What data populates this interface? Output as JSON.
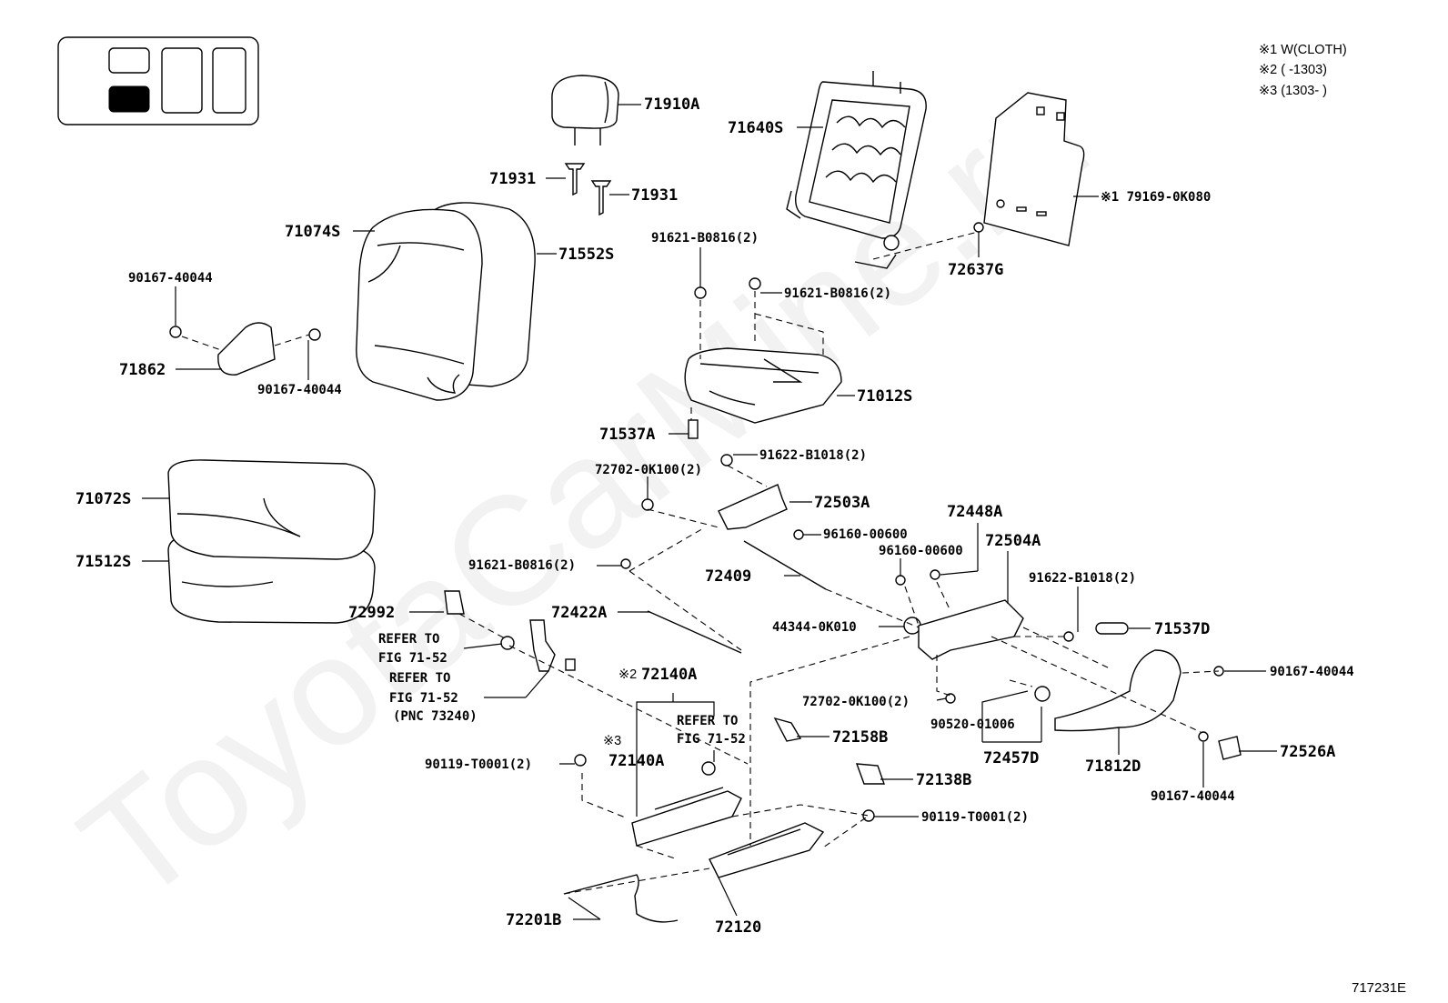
{
  "watermark": "ToyotaCarMine.ru",
  "figure_code": "717231E",
  "notes": [
    "※1 W(CLOTH)",
    "※2 (       -1303)",
    "※3 (1303-       )"
  ],
  "parts": {
    "p71910A": "71910A",
    "p71931a": "71931",
    "p71931b": "71931",
    "p71074S": "71074S",
    "p71552S": "71552S",
    "p71640S": "71640S",
    "p79169": "※1 79169-0K080",
    "p72637G": "72637G",
    "p90167_a": "90167-40044",
    "p71862": "71862",
    "p90167_b": "90167-40044",
    "p91621_a": "91621-B0816(2)",
    "p91621_b": "91621-B0816(2)",
    "p71012S": "71012S",
    "p71537A": "71537A",
    "p91622_a": "91622-B1018(2)",
    "p72702_a": "72702-0K100(2)",
    "p72503A": "72503A",
    "p96160_a": "96160-00600",
    "p72448A": "72448A",
    "p96160_b": "96160-00600",
    "p72504A": "72504A",
    "p71072S": "71072S",
    "p71512S": "71512S",
    "p91621_c": "91621-B0816(2)",
    "p72409": "72409",
    "p91622_b": "91622-B1018(2)",
    "p72992": "72992",
    "p72422A": "72422A",
    "p44344": "44344-0K010",
    "p71537D": "71537D",
    "p90167_c": "90167-40044",
    "refer1a": "REFER TO",
    "refer1b": "FIG 71-52",
    "refer2a": "REFER TO",
    "refer2b": "FIG 71-52",
    "refer2c": "(PNC 73240)",
    "p72140A_top": "72140A",
    "note2": "※2",
    "refer3a": "REFER TO",
    "refer3b": "FIG 71-52",
    "note3": "※3",
    "p72140A_bot": "72140A",
    "p72158B": "72158B",
    "p72702_b": "72702-0K100(2)",
    "p90520": "90520-01006",
    "p72457D": "72457D",
    "p71812D": "71812D",
    "p72526A": "72526A",
    "p90119_a": "90119-T0001(2)",
    "p72138B": "72138B",
    "p90119_b": "90119-T0001(2)",
    "p90167_d": "90167-40044",
    "p72201B": "72201B",
    "p72120": "72120"
  }
}
